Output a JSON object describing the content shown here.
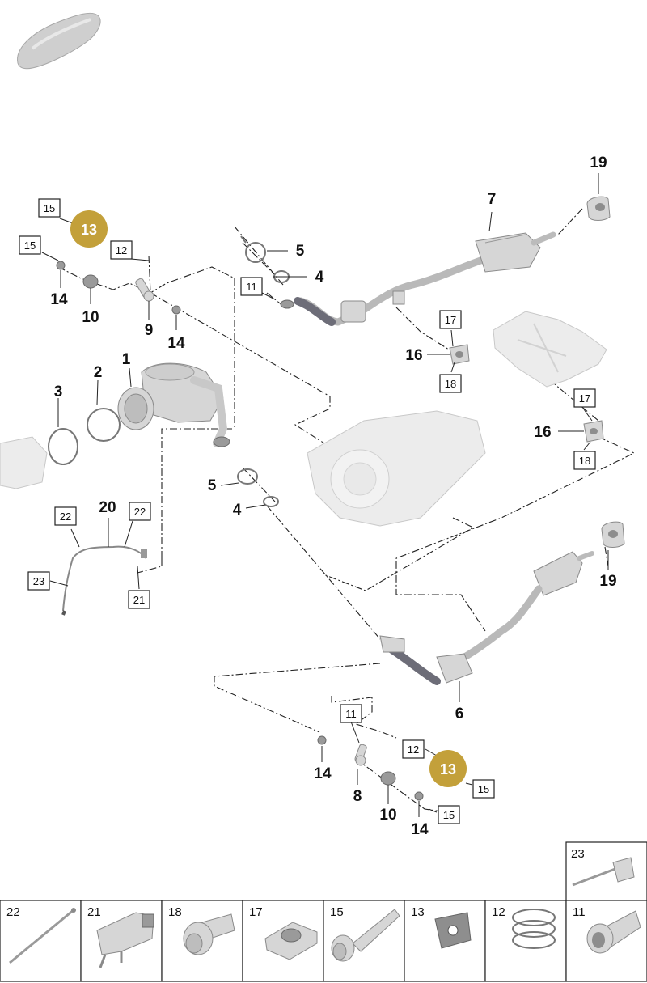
{
  "callouts": [
    {
      "id": "c1",
      "text": "1"
    },
    {
      "id": "c2",
      "text": "2"
    },
    {
      "id": "c3",
      "text": "3"
    },
    {
      "id": "c4a",
      "text": "4"
    },
    {
      "id": "c4b",
      "text": "4"
    },
    {
      "id": "c5a",
      "text": "5"
    },
    {
      "id": "c5b",
      "text": "5"
    },
    {
      "id": "c6",
      "text": "6"
    },
    {
      "id": "c7",
      "text": "7"
    },
    {
      "id": "c8",
      "text": "8"
    },
    {
      "id": "c9",
      "text": "9"
    },
    {
      "id": "c10a",
      "text": "10"
    },
    {
      "id": "c10b",
      "text": "10"
    },
    {
      "id": "c14a",
      "text": "14"
    },
    {
      "id": "c14b",
      "text": "14"
    },
    {
      "id": "c14c",
      "text": "14"
    },
    {
      "id": "c14d",
      "text": "14"
    },
    {
      "id": "c16a",
      "text": "16"
    },
    {
      "id": "c16b",
      "text": "16"
    },
    {
      "id": "c19a",
      "text": "19"
    },
    {
      "id": "c19b",
      "text": "19"
    },
    {
      "id": "c20",
      "text": "20"
    }
  ],
  "boxed_callouts": [
    {
      "id": "b15a",
      "text": "15"
    },
    {
      "id": "b15b",
      "text": "15"
    },
    {
      "id": "b15c",
      "text": "15"
    },
    {
      "id": "b15d",
      "text": "15"
    },
    {
      "id": "b12a",
      "text": "12"
    },
    {
      "id": "b12b",
      "text": "12"
    },
    {
      "id": "b11a",
      "text": "11"
    },
    {
      "id": "b11b",
      "text": "11"
    },
    {
      "id": "b17a",
      "text": "17"
    },
    {
      "id": "b17b",
      "text": "17"
    },
    {
      "id": "b18a",
      "text": "18"
    },
    {
      "id": "b18b",
      "text": "18"
    },
    {
      "id": "b22a",
      "text": "22"
    },
    {
      "id": "b22b",
      "text": "22"
    },
    {
      "id": "b21",
      "text": "21"
    },
    {
      "id": "b23",
      "text": "23"
    }
  ],
  "badges": [
    {
      "id": "badge-top",
      "text": "13",
      "color": "#c3a03a"
    },
    {
      "id": "badge-bottom",
      "text": "13",
      "color": "#c3a03a"
    }
  ],
  "legend": {
    "cells": [
      "22",
      "21",
      "18",
      "17",
      "15",
      "13",
      "12",
      "11"
    ],
    "extra_cell": "23"
  }
}
